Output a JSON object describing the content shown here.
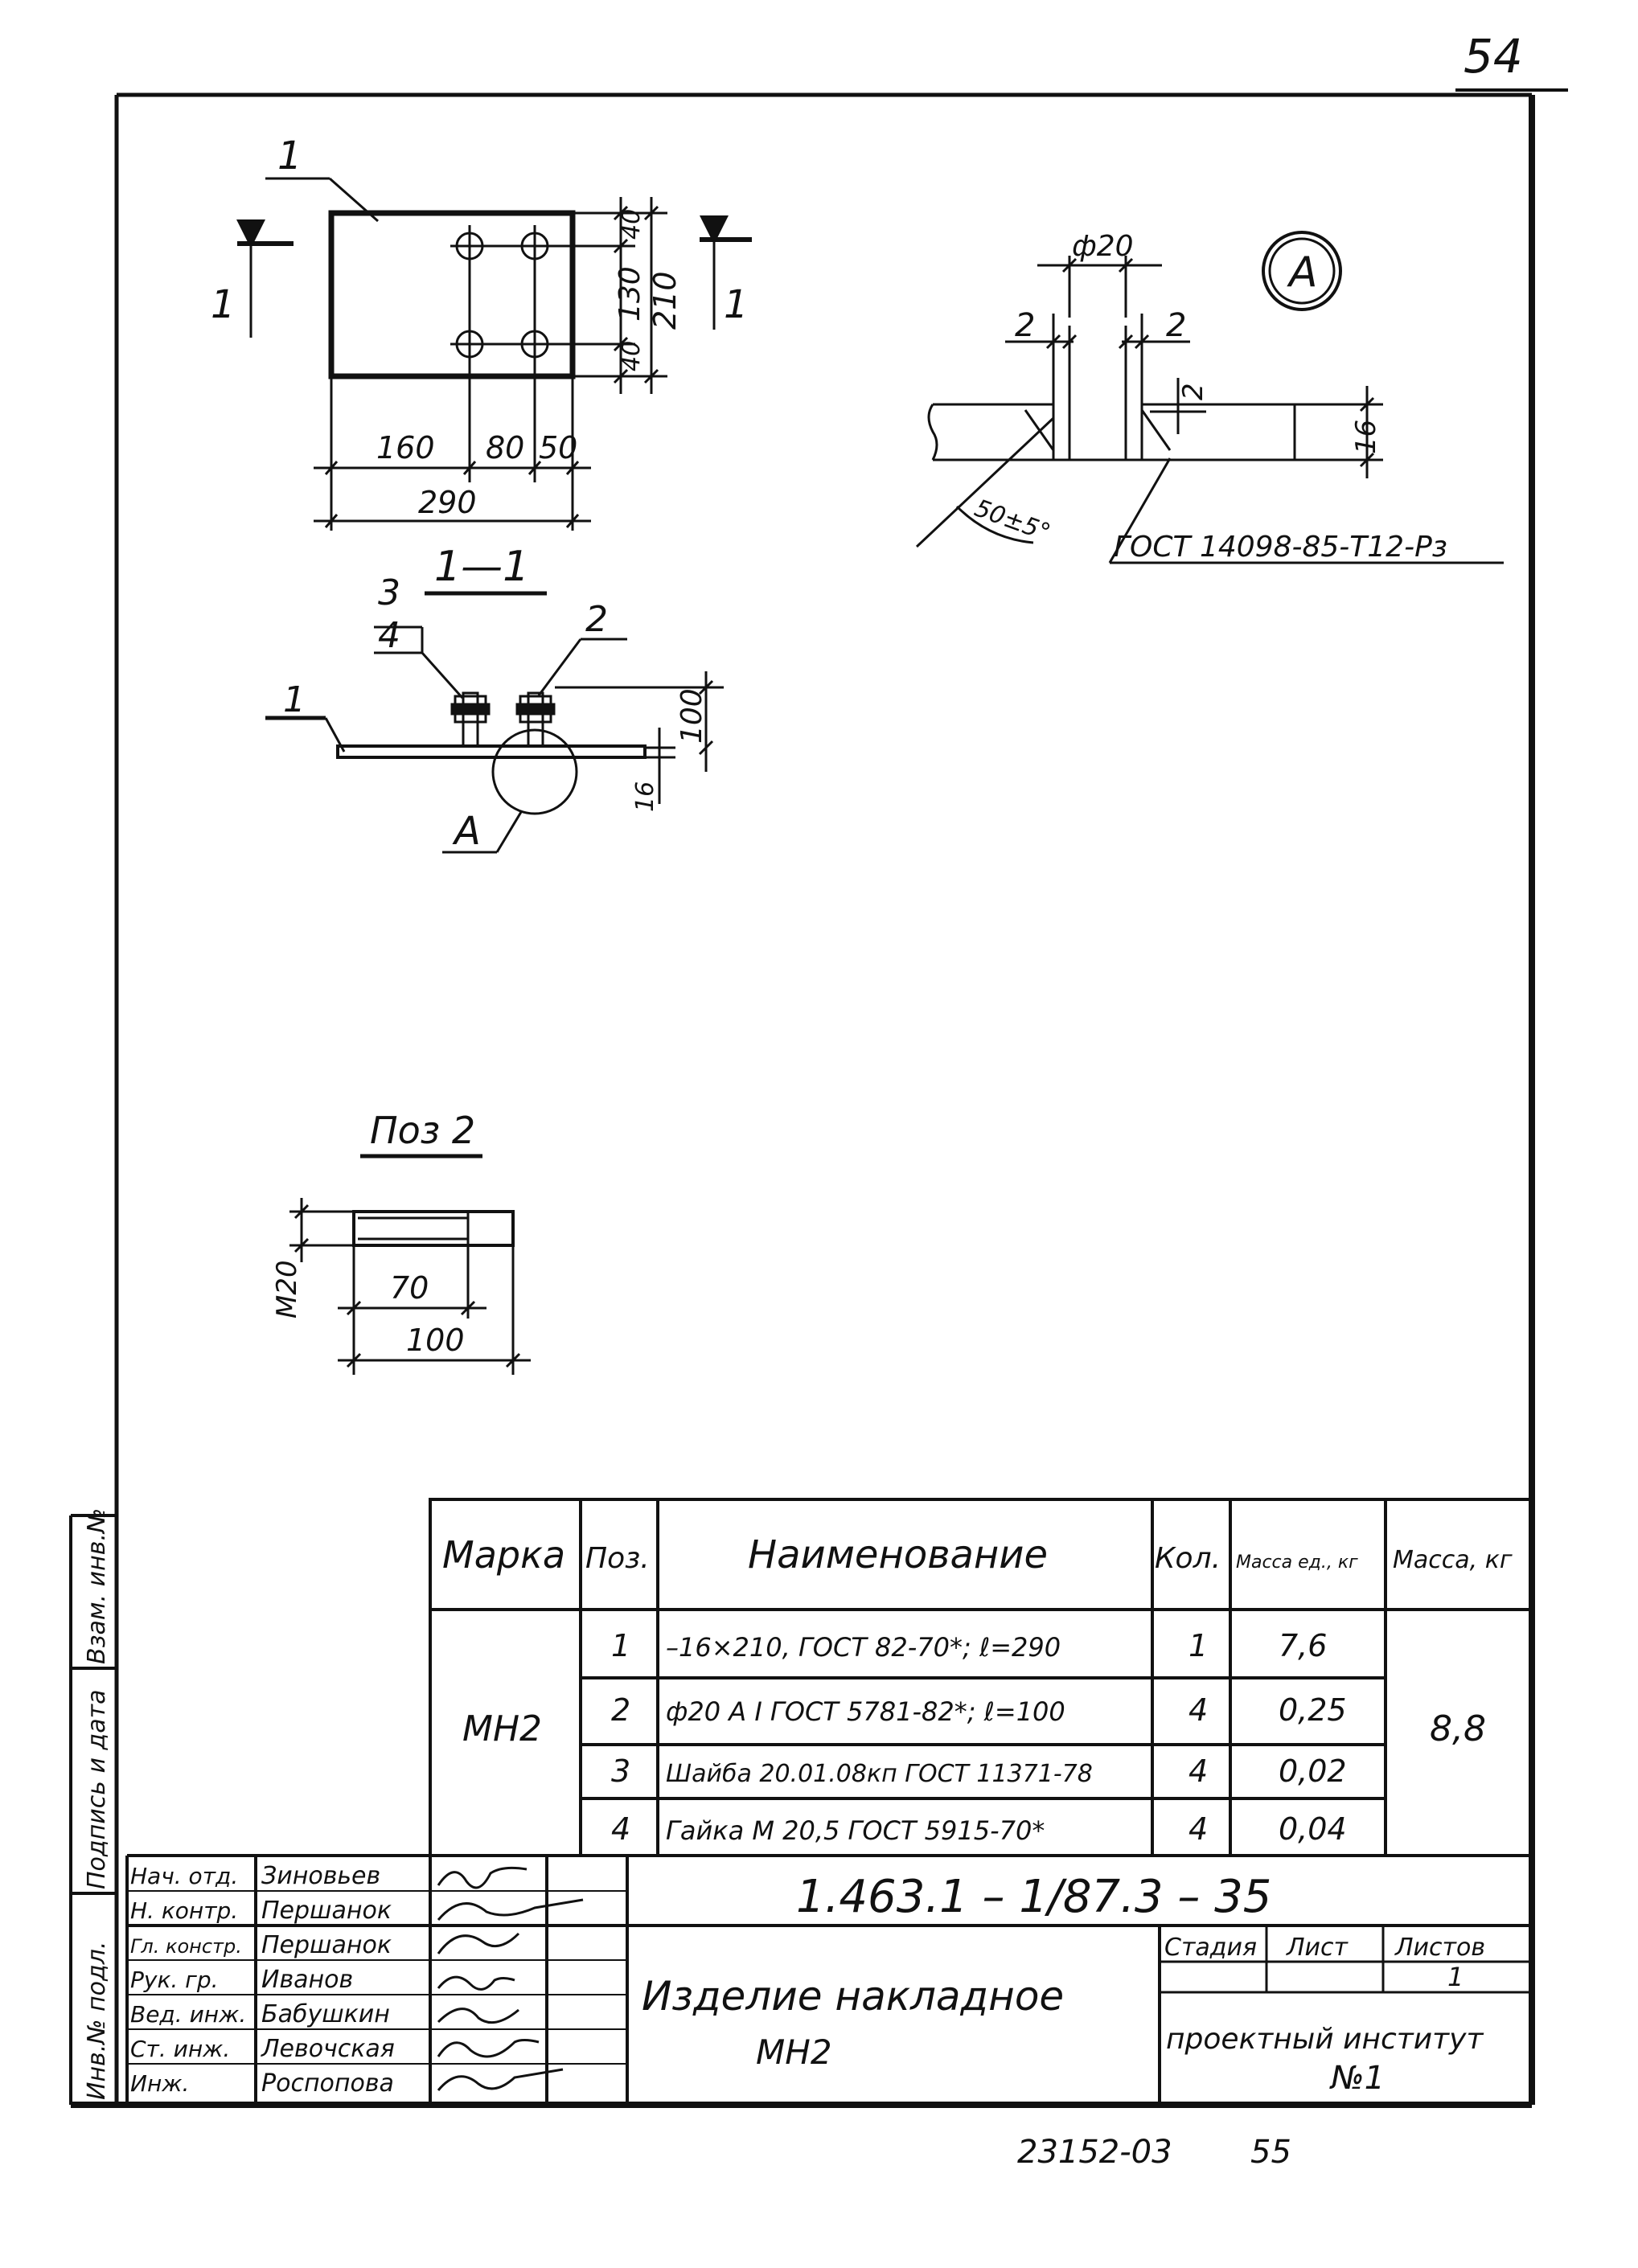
{
  "sheet": {
    "page_no": "54",
    "bottom_code": "23152-03",
    "bottom_page": "55"
  },
  "plan": {
    "pos_label": "1",
    "section_label": "1",
    "dims_bottom": [
      "160",
      "80",
      "50"
    ],
    "dim_total": "290",
    "dims_right": [
      "40",
      "130",
      "40"
    ],
    "dim_right_total": "210"
  },
  "section": {
    "title": "1—1",
    "labels": [
      "3",
      "4",
      "2",
      "1"
    ],
    "dim_height": "100",
    "dim_thick": "16",
    "node_label": "A"
  },
  "detail": {
    "label": "A",
    "dia": "ф20",
    "gap_left": "2",
    "gap_right": "2",
    "weld": "2",
    "thick": "16",
    "angle": "50±5°",
    "gost": "ГОСТ 14098-85-Т12-Рз"
  },
  "pos2": {
    "title": "Поз 2",
    "thread": "М20",
    "len_thread": "70",
    "len_total": "100"
  },
  "spec": {
    "headers": {
      "mark": "Марка",
      "pos": "Поз.",
      "name": "Наименование",
      "qty": "Кол.",
      "mass_unit": "Масса ед., кг",
      "mass": "Масса, кг"
    },
    "mark": "МН2",
    "total_mass": "8,8",
    "rows": [
      {
        "pos": "1",
        "name": "–16×210, ГОСТ 82-70*; ℓ=290",
        "qty": "1",
        "mass": "7,6"
      },
      {
        "pos": "2",
        "name": "ф20 А I ГОСТ 5781-82*; ℓ=100",
        "qty": "4",
        "mass": "0,25"
      },
      {
        "pos": "3",
        "name": "Шайба 20.01.08кп ГОСТ 11371-78",
        "qty": "4",
        "mass": "0,02"
      },
      {
        "pos": "4",
        "name": "Гайка М 20,5   ГОСТ 5915-70*",
        "qty": "4",
        "mass": "0,04"
      }
    ]
  },
  "title_block": {
    "doc_code": "1.463.1 – 1/87.3 – 35",
    "roles": [
      "Нач. отд.",
      "Н. контр.",
      "Гл. констр.",
      "Рук. гр.",
      "Вед. инж.",
      "Ст. инж.",
      "Инж."
    ],
    "names": [
      "Зиновьев",
      "Першанок",
      "Першанок",
      "Иванов",
      "Бабушкин",
      "Левочская",
      "Роспопова"
    ],
    "item_name": "Изделие накладное",
    "item_mark": "МН2",
    "stage": "Стадия",
    "sheet": "Лист",
    "sheets": "Листов",
    "sheets_count": "1",
    "org_line1": "проектный институт",
    "org_line2": "№1"
  },
  "side_stamp": {
    "vzam": "Взам. инв.№",
    "podp": "Подпись и дата",
    "inv": "Инв.№ подл."
  }
}
